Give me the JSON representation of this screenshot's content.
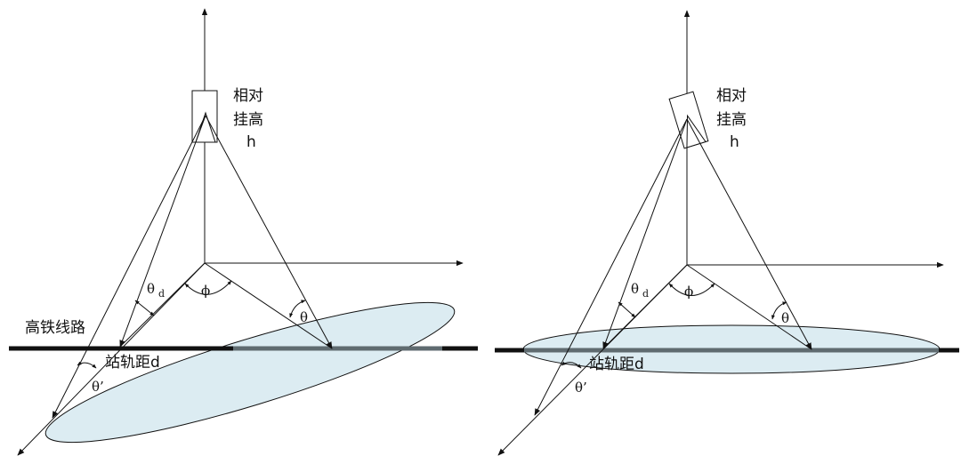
{
  "left_panel": {
    "height_label_line1": "相对",
    "height_label_line2": "挂高",
    "height_label_line3": "h",
    "theta_d": "θ",
    "theta_d_sub": "d",
    "phi": "ϕ",
    "theta": "θ",
    "railway_label": "高铁线路",
    "distance_label": "站轨距d",
    "theta_prime": "θ’"
  },
  "right_panel": {
    "height_label_line1": "相对",
    "height_label_line2": "挂高",
    "height_label_line3": "h",
    "theta_d": "θ",
    "theta_d_sub": "d",
    "phi": "ϕ",
    "theta": "θ",
    "distance_label": "站轨距d",
    "theta_prime": "θ’"
  },
  "colors": {
    "beam_fill": "#dcecf2",
    "rail": "#111111",
    "rail_under_beam": "#5f6b70"
  }
}
